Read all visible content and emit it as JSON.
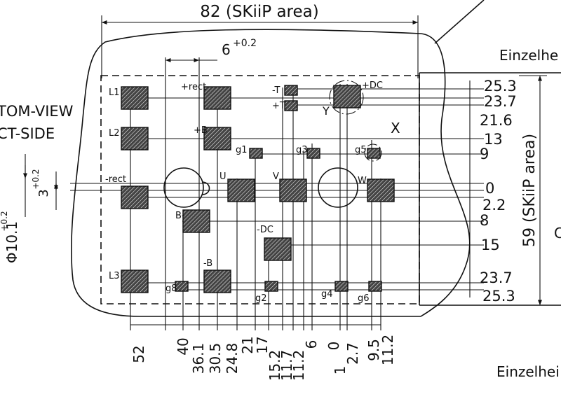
{
  "title": "82 (SKiiP area)",
  "height_label": "59 (SKiiP area)",
  "pitch_label": "6",
  "pitch_tol": "+0.2",
  "hole_label": "3",
  "hole_tol": "+0.2",
  "dia_label": "Φ10.1",
  "dia_tol": "+0.2",
  "view_line1": "TOM-VIEW",
  "view_line2": "CT-SIDE",
  "detail_top": "Einzelhe",
  "detail_bottom": "Einzelhei",
  "axis_x": "X",
  "axis_y": "Y",
  "cut_right": "C",
  "terminals": {
    "L1": "L1",
    "L2": "L2",
    "L3": "L3",
    "rect_pos": "+rect",
    "b_pos": "+B",
    "rect_neg": "-rect",
    "u": "U",
    "v": "V",
    "w": "W",
    "b_minus": "B-",
    "dc_neg": "-DC",
    "b_neg": "-B",
    "t_neg": "-T",
    "t_pos": "+T",
    "dc_pos": "+DC",
    "g1": "g1",
    "g3": "g3",
    "g5": "g5",
    "g2": "g2",
    "g4": "g4",
    "g6": "g6",
    "g8": "g8"
  },
  "right_dims": [
    "25.3",
    "23.7",
    "21.6",
    "13",
    "9",
    "0",
    "2.2",
    "8",
    "15",
    "23.7",
    "25.3"
  ],
  "bottom_dims": [
    "52",
    "40",
    "36.1",
    "30.5",
    "24.8",
    "21",
    "17",
    "15.2",
    "11.7",
    "11.2",
    "6",
    "0",
    "1",
    "2.7",
    "9.5",
    "11.2"
  ]
}
